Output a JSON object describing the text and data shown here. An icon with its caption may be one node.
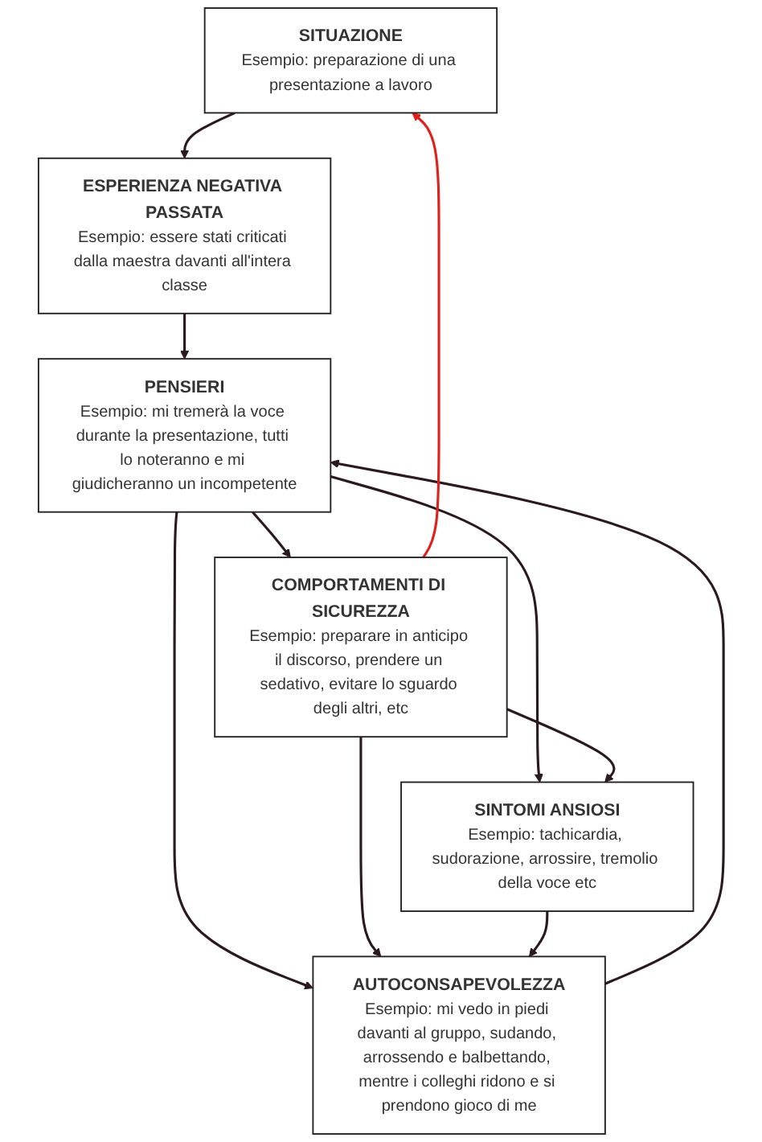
{
  "diagram": {
    "nodes": [
      {
        "text": [
          "SITUAZIONE",
          "Esempio: preparazione di una presentazione a lavoro"
        ]
      },
      {
        "text": [
          "ESPERIENZA NEGATIVA PASSATA",
          "Esempio: essere stati criticati dalla maestra davanti all'intera classe"
        ]
      },
      {
        "text": [
          "PENSIERI",
          "Esempio: mi tremerà la voce durante la presentazione, tutti lo noteranno e mi giudicheranno un incompetente"
        ]
      },
      {
        "text": [
          "AUTOCONSAPEVOLEZZA",
          "Esempio: mi vedo in piedi davanti al gruppo, sudando, arrossendo e balbettando, mentre i colleghi ridono e si prendono gioco di me"
        ]
      },
      {
        "text": [
          "COMPORTAMENTI DI SICUREZZA",
          "Esempio: preparare in anticipo il discorso, prendere un sedativo, evitare lo sguardo degli altri, etc"
        ]
      },
      {
        "text": [
          "SINTOMI ANSIOSI",
          "Esempio: tachicardia, sudorazione, arrossire, tremolio della voce etc"
        ]
      }
    ],
    "edges": [
      {
        "from": 0,
        "to": 1,
        "arrow": "to"
      },
      {
        "from": 1,
        "to": 2,
        "arrow": "to"
      },
      {
        "from": 2,
        "to": 3,
        "arrow": "to"
      },
      {
        "from": 3,
        "to": 2,
        "arrow": "to"
      },
      {
        "from": 2,
        "to": 4,
        "arrow": "to"
      },
      {
        "from": 4,
        "to": 3,
        "arrow": "to"
      },
      {
        "from": 2,
        "to": 5,
        "arrow": "to"
      },
      {
        "from": 5,
        "to": 3,
        "arrow": "to"
      },
      {
        "from": 4,
        "to": 5,
        "arrow": "to"
      },
      {
        "from": 4,
        "to": 0,
        "arrow": "to",
        "color": "#e0201c"
      }
    ]
  }
}
